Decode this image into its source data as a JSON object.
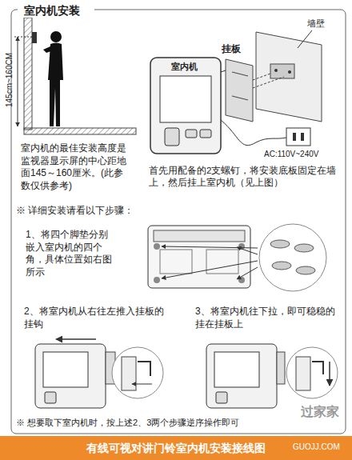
{
  "diagram": {
    "title": "室内机安装",
    "caption": "有线可视对讲门铃室内机安装接线图",
    "labels": [
      "145cm~160CM",
      "室内机",
      "挂板",
      "墙壁",
      "AC:110V~240V",
      "室内机的最佳安装高度是监视器显示屏的中心距地面145～160厘米。(此参数仅供参考)",
      "首先用配备的2支螺钉，将安装底板固定在墙上，然后挂上室内机（见上图）",
      "※ 详细安装请看以下步骤：",
      "1、将四个脚垫分别嵌入室内机的四个角，具体位置如右图所示",
      "2、将室内机从右往左推入挂板的挂钩",
      "3、将室内机往下拉，即可稳稳的挂在挂板上",
      "※ 想要取下室内机时，按上述2、3两个步骤逆序操作即可",
      "过家家",
      "GUOJJ.COM"
    ]
  }
}
